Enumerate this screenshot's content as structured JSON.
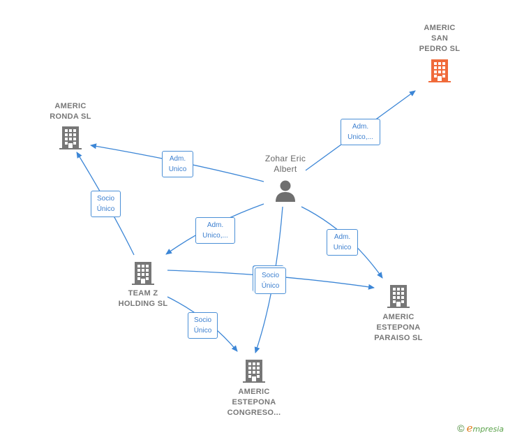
{
  "colors": {
    "company": "#777777",
    "highlight": "#f06a3a",
    "person": "#6f6f6f",
    "edge": "#3c86d6"
  },
  "nodes": {
    "san_pedro": {
      "label": "AMERIC\nSAN\nPEDRO  SL",
      "icon": "building-icon",
      "highlight": true
    },
    "ronda": {
      "label": "AMERIC\nRONDA  SL",
      "icon": "building-icon"
    },
    "zohar": {
      "label": "Zohar Eric\nAlbert",
      "icon": "person-icon"
    },
    "team_z": {
      "label": "TEAM Z\nHOLDING  SL",
      "icon": "building-icon"
    },
    "paraiso": {
      "label": "AMERIC\nESTEPONA\nPARAISO  SL",
      "icon": "building-icon"
    },
    "congreso": {
      "label": "AMERIC\nESTEPONA\nCONGRESO...",
      "icon": "building-icon"
    }
  },
  "edges": {
    "zohar_san_pedro": "Adm.\nUnico,...",
    "zohar_ronda": "Adm.\nUnico",
    "team_ronda": "Socio\nÚnico",
    "zohar_team": "Adm.\nUnico,...",
    "zohar_paraiso": "Adm.\nUnico",
    "team_paraiso_zohar_congreso": "Socio\nÚnico",
    "team_congreso": "Socio\nÚnico"
  },
  "brand": {
    "copyright": "©",
    "name_first": "e",
    "name_rest": "mpresia"
  }
}
